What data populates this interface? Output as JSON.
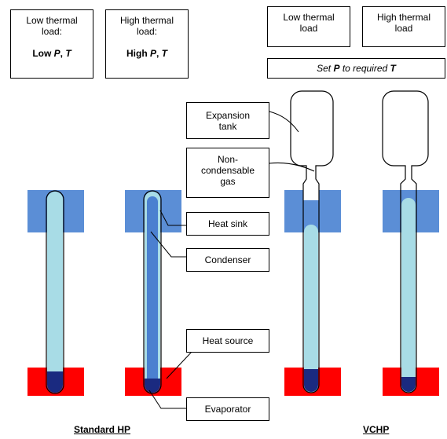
{
  "colors": {
    "sink": "#5b8ed6",
    "source": "#ff0000",
    "vapor": "#a8dce6",
    "liquid_dark": "#1a2a80",
    "condenser_fill": "#4b80d0",
    "tube_stroke": "#000000"
  },
  "top_boxes": {
    "low_standard": {
      "line1": "Low thermal",
      "line2": "load:",
      "prefix": "Low ",
      "p": "P",
      "sep": ", ",
      "t": "T"
    },
    "high_standard": {
      "line1": "High thermal",
      "line2": "load:",
      "prefix": "High ",
      "p": "P",
      "sep": ", ",
      "t": "T"
    },
    "low_vchp": {
      "line1": "Low thermal",
      "line2": "load"
    },
    "high_vchp": {
      "line1": "High thermal",
      "line2": "load"
    },
    "set_box": {
      "text1": "Set ",
      "p": "P",
      "text2": " to required ",
      "t": "T"
    }
  },
  "labels": {
    "expansion_tank": {
      "line1": "Expansion",
      "line2": "tank"
    },
    "non_condensable_gas": {
      "line1": "Non-",
      "line2": "condensable",
      "line3": "gas"
    },
    "heat_sink": "Heat sink",
    "condenser": "Condenser",
    "heat_source": "Heat source",
    "evaporator": "Evaporator"
  },
  "captions": {
    "standard": "Standard HP",
    "vchp": "VCHP"
  },
  "icons": [
    "leader-line"
  ]
}
